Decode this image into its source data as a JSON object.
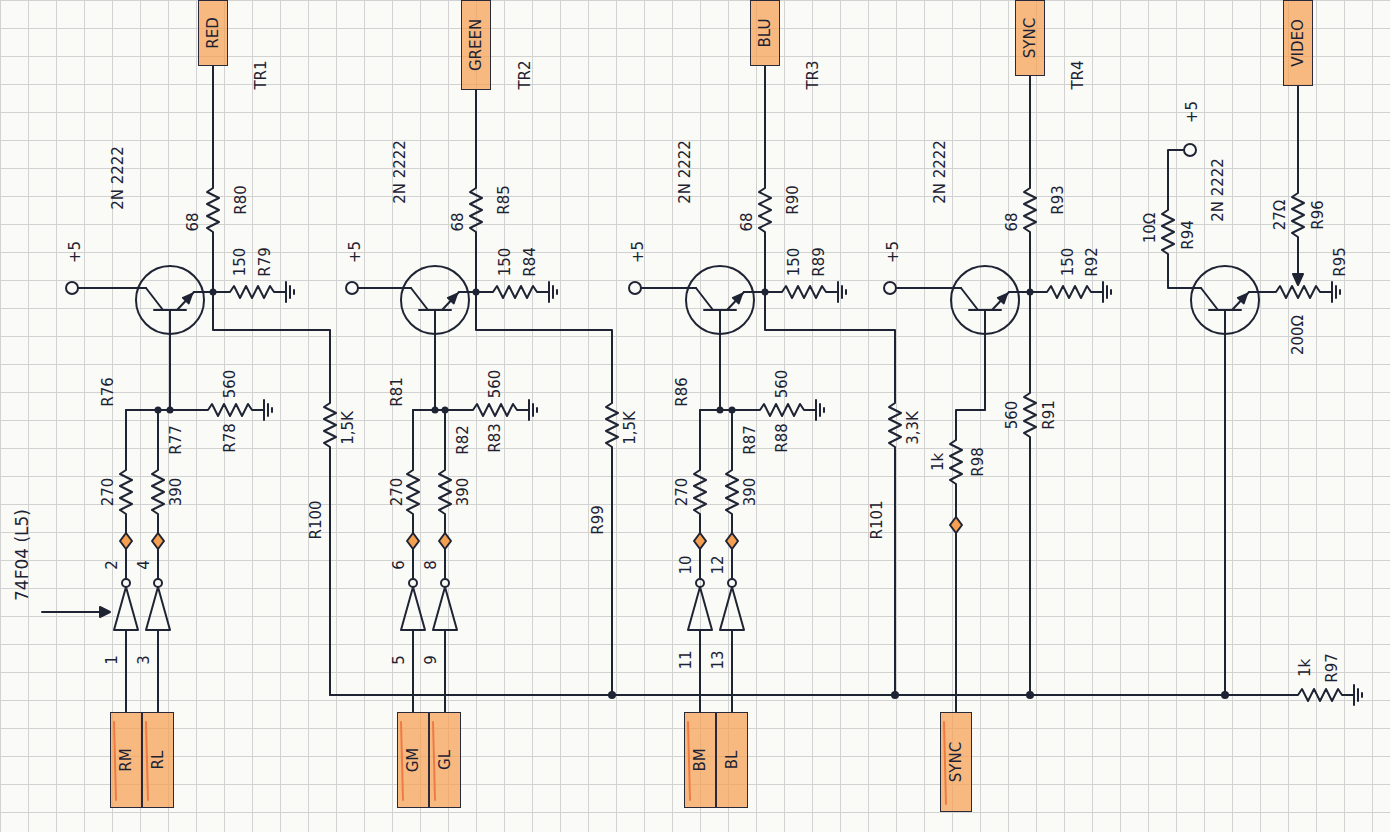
{
  "diagram": {
    "nodes": [
      {
        "text": [
          "RED"
        ]
      },
      {
        "text": [
          "GREEN"
        ]
      },
      {
        "text": [
          "BLU"
        ]
      },
      {
        "text": [
          "SYNC"
        ]
      },
      {
        "text": [
          "VIDEO"
        ]
      },
      {
        "text": [
          "RM"
        ]
      },
      {
        "text": [
          "RL"
        ]
      },
      {
        "text": [
          "GM"
        ]
      },
      {
        "text": [
          "GL"
        ]
      },
      {
        "text": [
          "BM"
        ]
      },
      {
        "text": [
          "BL"
        ]
      },
      {
        "text": [
          "SYNC"
        ]
      }
    ],
    "labels": [
      "74F04 (L5)",
      "2N 2222",
      "TR1",
      "68",
      "R80",
      "+5",
      "150",
      "R79",
      "560",
      "R78",
      "R76",
      "270",
      "390",
      "R77",
      "2",
      "4",
      "1",
      "3",
      "R100",
      "1,5K",
      "2N 2222",
      "TR2",
      "68",
      "R85",
      "+5",
      "150",
      "R84",
      "560",
      "R83",
      "R81",
      "270",
      "390",
      "R82",
      "6",
      "8",
      "5",
      "9",
      "R99",
      "1,5K",
      "2N 2222",
      "TR3",
      "68",
      "R90",
      "+5",
      "150",
      "R89",
      "560",
      "R88",
      "R86",
      "270",
      "390",
      "R87",
      "10",
      "12",
      "11",
      "13",
      "R101",
      "3,3K",
      "2N 2222",
      "TR4",
      "68",
      "R93",
      "+5",
      "150",
      "R92",
      "560",
      "R91",
      "1k",
      "R98",
      "2N 2222",
      "+5",
      "10Ω",
      "R94",
      "27Ω",
      "R96",
      "R95",
      "200Ω",
      "1k",
      "R97"
    ]
  }
}
